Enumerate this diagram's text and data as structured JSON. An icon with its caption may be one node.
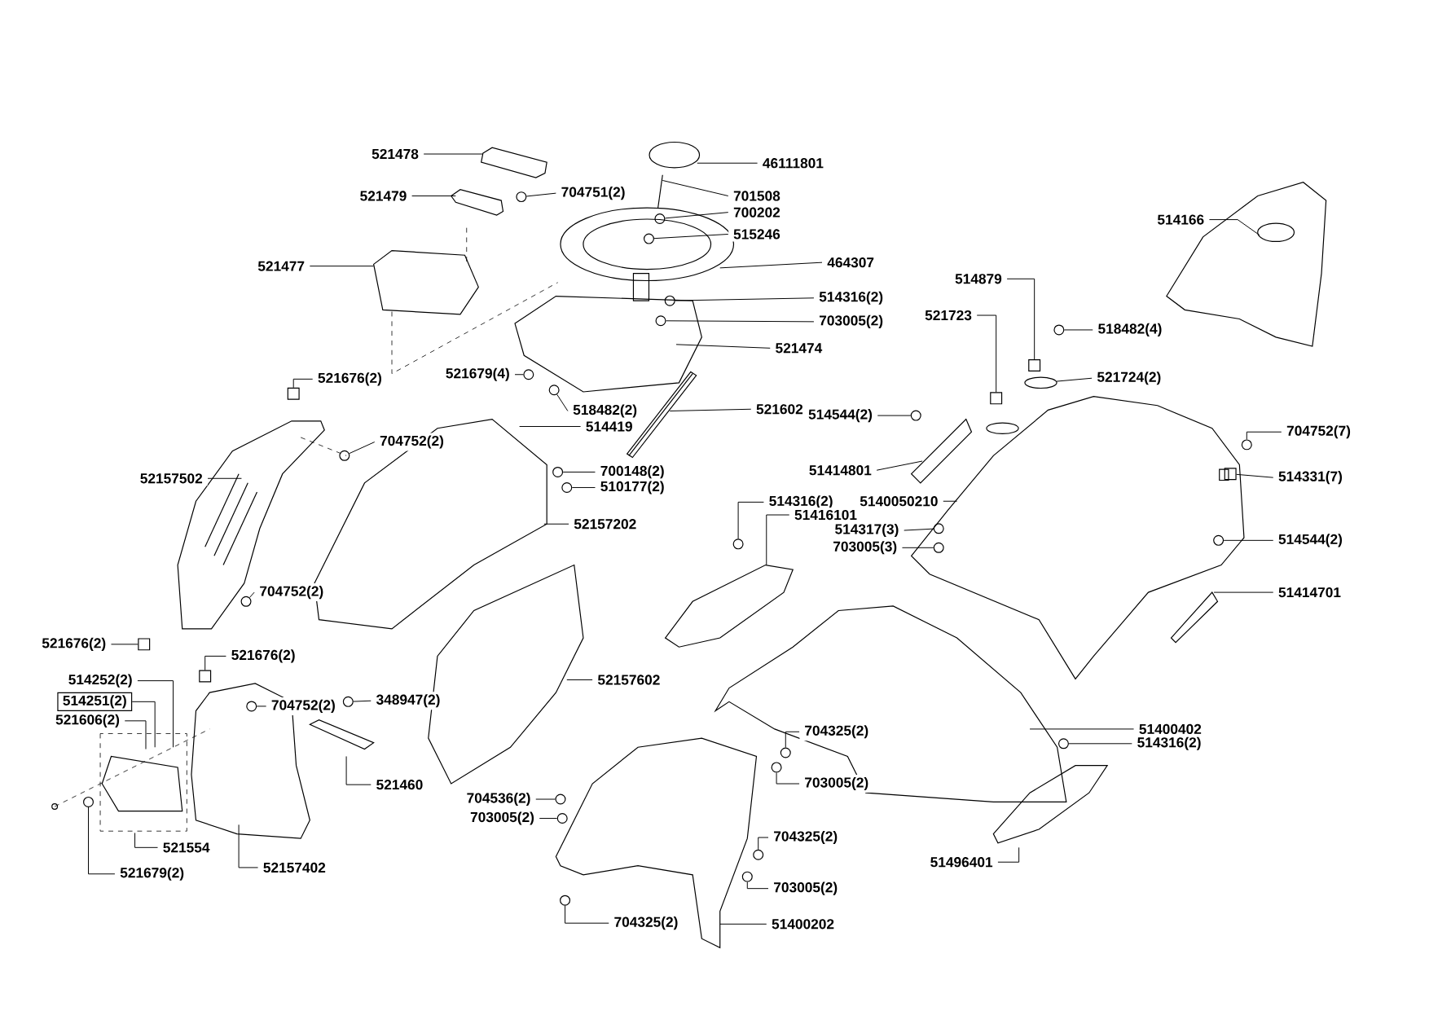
{
  "diagram": {
    "nodes": [
      {
        "text": [
          "521478"
        ]
      },
      {
        "text": [
          "521479"
        ]
      },
      {
        "text": [
          "704751(2)"
        ]
      },
      {
        "text": [
          "521477"
        ]
      },
      {
        "text": [
          "46111801"
        ]
      },
      {
        "text": [
          "701508"
        ]
      },
      {
        "text": [
          "700202"
        ]
      },
      {
        "text": [
          "515246"
        ]
      },
      {
        "text": [
          "464307"
        ]
      },
      {
        "text": [
          "514316(2)"
        ]
      },
      {
        "text": [
          "703005(2)"
        ]
      },
      {
        "text": [
          "521474"
        ]
      },
      {
        "text": [
          "521679(4)"
        ]
      },
      {
        "text": [
          "518482(2)"
        ]
      },
      {
        "text": [
          "521602"
        ]
      },
      {
        "text": [
          "521676(2)"
        ]
      },
      {
        "text": [
          "514419"
        ]
      },
      {
        "text": [
          "704752(2)"
        ]
      },
      {
        "text": [
          "52157502"
        ]
      },
      {
        "text": [
          "700148(2)"
        ]
      },
      {
        "text": [
          "510177(2)"
        ]
      },
      {
        "text": [
          "52157202"
        ]
      },
      {
        "text": [
          "704752(2)"
        ]
      },
      {
        "text": [
          "521676(2)"
        ]
      },
      {
        "text": [
          "521676(2)"
        ]
      },
      {
        "text": [
          "514252(2)"
        ]
      },
      {
        "text": [
          "514251(2)"
        ]
      },
      {
        "text": [
          "521606(2)"
        ]
      },
      {
        "text": [
          "704752(2)"
        ]
      },
      {
        "text": [
          "348947(2)"
        ]
      },
      {
        "text": [
          "521460"
        ]
      },
      {
        "text": [
          "521554"
        ]
      },
      {
        "text": [
          "52157402"
        ]
      },
      {
        "text": [
          "521679(2)"
        ]
      },
      {
        "text": [
          "52157602"
        ]
      },
      {
        "text": [
          "704536(2)"
        ]
      },
      {
        "text": [
          "703005(2)"
        ]
      },
      {
        "text": [
          "704325(2)"
        ]
      },
      {
        "text": [
          "704325(2)"
        ]
      },
      {
        "text": [
          "703005(2)"
        ]
      },
      {
        "text": [
          "704325(2)"
        ]
      },
      {
        "text": [
          "703005(2)"
        ]
      },
      {
        "text": [
          "51400202"
        ]
      },
      {
        "text": [
          "514166"
        ]
      },
      {
        "text": [
          "514879"
        ]
      },
      {
        "text": [
          "521723"
        ]
      },
      {
        "text": [
          "518482(4)"
        ]
      },
      {
        "text": [
          "521724(2)"
        ]
      },
      {
        "text": [
          "514544(2)"
        ]
      },
      {
        "text": [
          "51414801"
        ]
      },
      {
        "text": [
          "5140050210"
        ]
      },
      {
        "text": [
          "514316(2)"
        ]
      },
      {
        "text": [
          "51416101"
        ]
      },
      {
        "text": [
          "514317(3)"
        ]
      },
      {
        "text": [
          "703005(3)"
        ]
      },
      {
        "text": [
          "704752(7)"
        ]
      },
      {
        "text": [
          "514331(7)"
        ]
      },
      {
        "text": [
          "514544(2)"
        ]
      },
      {
        "text": [
          "51414701"
        ]
      },
      {
        "text": [
          "51400402"
        ]
      },
      {
        "text": [
          "514316(2)"
        ]
      },
      {
        "text": [
          "51496401"
        ]
      },
      {
        "text": [],
        "shape": "circle"
      },
      {
        "text": [],
        "shape": "circle"
      },
      {
        "text": [],
        "shape": "circle"
      },
      {
        "text": [],
        "shape": "circle"
      },
      {
        "text": [],
        "shape": "circle"
      },
      {
        "text": [],
        "shape": "circle"
      },
      {
        "text": [],
        "shape": "box"
      },
      {
        "text": [],
        "shape": "circle"
      },
      {
        "text": [],
        "shape": "circle"
      },
      {
        "text": [],
        "shape": "circle"
      },
      {
        "text": [],
        "shape": "circle"
      },
      {
        "text": [],
        "shape": "box"
      },
      {
        "text": [],
        "shape": "box"
      },
      {
        "text": [],
        "shape": "circle"
      },
      {
        "text": [],
        "shape": "circle"
      },
      {
        "text": [],
        "shape": "circle"
      },
      {
        "text": [],
        "shape": "circle"
      },
      {
        "text": [],
        "shape": "circle"
      },
      {
        "text": [],
        "shape": "circle"
      },
      {
        "text": [],
        "shape": "circle"
      },
      {
        "text": [],
        "shape": "circle"
      },
      {
        "text": [],
        "shape": "circle"
      },
      {
        "text": [],
        "shape": "circle"
      },
      {
        "text": [],
        "shape": "circle"
      },
      {
        "text": [],
        "shape": "circle"
      },
      {
        "text": [],
        "shape": "circle"
      },
      {
        "text": [],
        "shape": "circle"
      },
      {
        "text": [],
        "shape": "circle"
      },
      {
        "text": [],
        "shape": "circle"
      },
      {
        "text": [],
        "shape": "box"
      },
      {
        "text": [],
        "shape": "circle"
      },
      {
        "text": [],
        "shape": "circle"
      },
      {
        "text": [],
        "shape": "box"
      },
      {
        "text": [],
        "shape": "box"
      },
      {
        "text": [],
        "shape": "ellipse"
      },
      {
        "text": [],
        "shape": "circle"
      }
    ],
    "edges": [
      {
        "from": 0,
        "to": null,
        "arrow": "none"
      },
      {
        "from": 1,
        "to": null,
        "arrow": "none"
      },
      {
        "from": 2,
        "to": 62,
        "arrow": "none"
      },
      {
        "from": 3,
        "to": null,
        "arrow": "none"
      },
      {
        "from": 4,
        "to": null,
        "arrow": "none"
      },
      {
        "from": 5,
        "to": null,
        "arrow": "none"
      },
      {
        "from": 6,
        "to": 63,
        "arrow": "none"
      },
      {
        "from": 7,
        "to": 97,
        "arrow": "none"
      },
      {
        "from": 8,
        "to": null,
        "arrow": "none"
      },
      {
        "from": 9,
        "to": 64,
        "arrow": "none"
      },
      {
        "from": 10,
        "to": 65,
        "arrow": "none"
      },
      {
        "from": 11,
        "to": null,
        "arrow": "none"
      },
      {
        "from": 12,
        "to": 66,
        "arrow": "none"
      },
      {
        "from": 13,
        "to": 67,
        "arrow": "none"
      },
      {
        "from": 14,
        "to": null,
        "arrow": "none"
      },
      {
        "from": 15,
        "to": 68,
        "arrow": "none"
      },
      {
        "from": 16,
        "to": null,
        "arrow": "none"
      },
      {
        "from": 17,
        "to": 69,
        "arrow": "none"
      },
      {
        "from": 18,
        "to": null,
        "arrow": "none"
      },
      {
        "from": 19,
        "to": 70,
        "arrow": "none"
      },
      {
        "from": 20,
        "to": 71,
        "arrow": "none"
      },
      {
        "from": 21,
        "to": null,
        "arrow": "none"
      },
      {
        "from": 22,
        "to": 72,
        "arrow": "none"
      },
      {
        "from": 23,
        "to": 73,
        "arrow": "none"
      },
      {
        "from": 24,
        "to": 74,
        "arrow": "none"
      },
      {
        "from": 25,
        "to": null,
        "arrow": "none"
      },
      {
        "from": 26,
        "to": null,
        "arrow": "none"
      },
      {
        "from": 27,
        "to": null,
        "arrow": "none"
      },
      {
        "from": 28,
        "to": 75,
        "arrow": "none"
      },
      {
        "from": 29,
        "to": 76,
        "arrow": "none"
      },
      {
        "from": 30,
        "to": null,
        "arrow": "none"
      },
      {
        "from": 31,
        "to": null,
        "arrow": "none"
      },
      {
        "from": 32,
        "to": null,
        "arrow": "none"
      },
      {
        "from": 33,
        "to": 77,
        "arrow": "none"
      },
      {
        "from": 34,
        "to": null,
        "arrow": "none"
      },
      {
        "from": 35,
        "to": 78,
        "arrow": "none"
      },
      {
        "from": 36,
        "to": 79,
        "arrow": "none"
      },
      {
        "from": 37,
        "to": 80,
        "arrow": "none"
      },
      {
        "from": 38,
        "to": 81,
        "arrow": "none"
      },
      {
        "from": 39,
        "to": 82,
        "arrow": "none"
      },
      {
        "from": 40,
        "to": 83,
        "arrow": "none"
      },
      {
        "from": 41,
        "to": 84,
        "arrow": "none"
      },
      {
        "from": 42,
        "to": null,
        "arrow": "none"
      },
      {
        "from": 43,
        "to": null,
        "arrow": "none"
      },
      {
        "from": 44,
        "to": 94,
        "arrow": "none"
      },
      {
        "from": 45,
        "to": 95,
        "arrow": "none"
      },
      {
        "from": 46,
        "to": 85,
        "arrow": "none"
      },
      {
        "from": 47,
        "to": 96,
        "arrow": "none"
      },
      {
        "from": 48,
        "to": 86,
        "arrow": "none"
      },
      {
        "from": 49,
        "to": null,
        "arrow": "none"
      },
      {
        "from": 50,
        "to": null,
        "arrow": "none"
      },
      {
        "from": 51,
        "to": 87,
        "arrow": "none"
      },
      {
        "from": 52,
        "to": null,
        "arrow": "none"
      },
      {
        "from": 53,
        "to": 88,
        "arrow": "none"
      },
      {
        "from": 54,
        "to": 89,
        "arrow": "none"
      },
      {
        "from": 55,
        "to": 90,
        "arrow": "none"
      },
      {
        "from": 56,
        "to": 91,
        "arrow": "none"
      },
      {
        "from": 57,
        "to": 92,
        "arrow": "none"
      },
      {
        "from": 58,
        "to": null,
        "arrow": "none"
      },
      {
        "from": 59,
        "to": null,
        "arrow": "none"
      },
      {
        "from": 60,
        "to": 93,
        "arrow": "none"
      },
      {
        "from": 61,
        "to": null,
        "arrow": "none"
      }
    ]
  }
}
